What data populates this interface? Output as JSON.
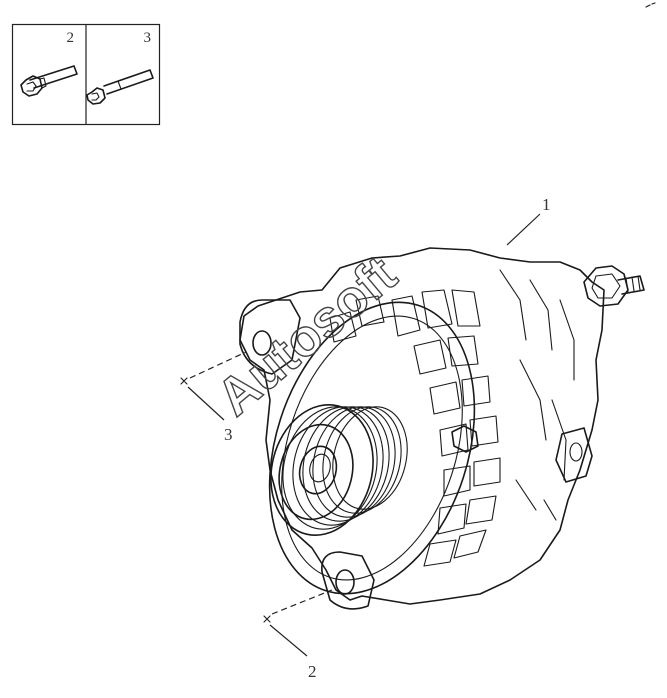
{
  "legend": {
    "cells": [
      {
        "number": "2",
        "icon": "bolt-short-icon"
      },
      {
        "number": "3",
        "icon": "bolt-long-icon"
      }
    ]
  },
  "callouts": {
    "alternator": "1",
    "lower_bolt": "2",
    "upper_bolt": "3"
  },
  "watermark": "Autosoft"
}
